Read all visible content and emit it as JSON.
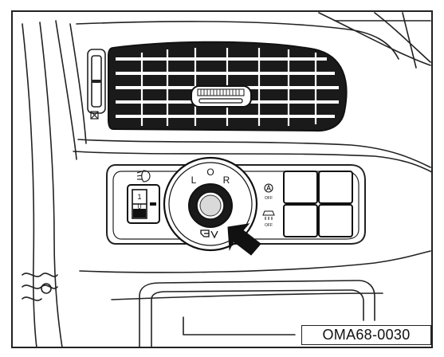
{
  "figure": {
    "code": "OMA68-0030",
    "knob_labels": {
      "left": "L",
      "off": "O",
      "right": "R"
    },
    "dimmer_labels": {
      "top": "1",
      "bottom": "0"
    },
    "button_labels": {
      "upper": "OFF",
      "lower": "OFF"
    }
  }
}
